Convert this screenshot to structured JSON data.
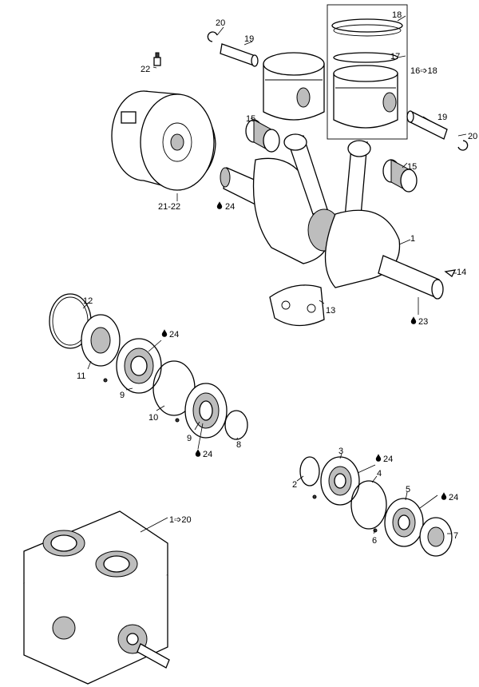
{
  "callouts": {
    "c1": "1",
    "c1to20": "1➩20",
    "c2": "2",
    "c3": "3",
    "c4": "4",
    "c5": "5",
    "c6": "6",
    "c7": "7",
    "c8": "8",
    "c9a": "9",
    "c9b": "9",
    "c10": "10",
    "c11": "11",
    "c12": "12",
    "c13": "13",
    "c14": "14",
    "c15a": "15",
    "c15b": "15",
    "c16to18": "16➩18",
    "c17": "17",
    "c18": "18",
    "c19a": "19",
    "c19b": "19",
    "c20a": "20",
    "c20b": "20",
    "c21to22": "21-22",
    "c22": "22",
    "c23": "23",
    "c24a": "24",
    "c24b": "24",
    "c24c": "24",
    "c24d": "24",
    "c24e": "24"
  },
  "colors": {
    "line": "#000000",
    "background": "#ffffff",
    "shade": "#bdbdbd"
  }
}
